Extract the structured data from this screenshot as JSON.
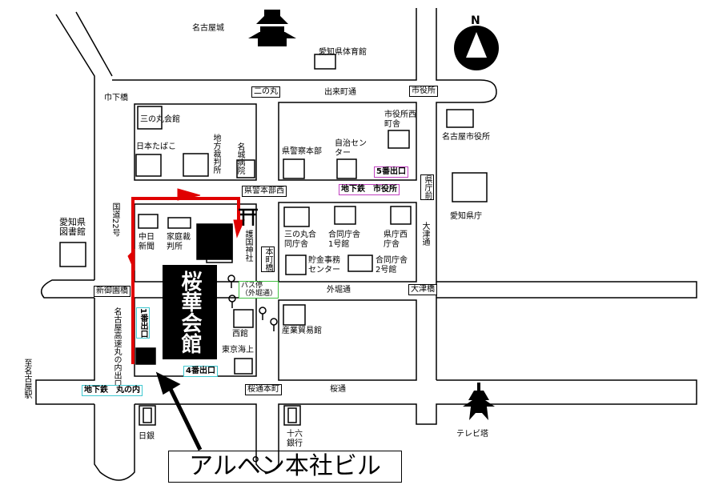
{
  "map": {
    "title": "アルペン本社ビル",
    "building": "桜華会館",
    "north": "N",
    "labels": {
      "castle": "名古屋城",
      "gym": "愛知県体育館",
      "ninomaru": "二の丸",
      "dekimachi": "出来町通",
      "shiyakusho_st": "市役所",
      "shimohashi": "巾下橋",
      "sannomaru_hall": "三の丸会館",
      "jt": "日本たばこ",
      "court": "地方裁判所",
      "meijo": "名城病院",
      "police": "県警察本部",
      "jichi": "自治センター",
      "nishi_cho": "市役所西町舎",
      "nagoya_city": "名古屋市役所",
      "exit5": "5番出口",
      "subway_shiyakusho": "地下鉄　市役所",
      "police_west": "県警本部西",
      "kencho_mae": "県庁前",
      "aichi_pref": "愛知県庁",
      "library": "愛知県図書館",
      "route22": "国道22号",
      "chunichi": "中日新聞",
      "family_court": "家庭裁判所",
      "gokoku": "護国神社",
      "honmachi": "本町橋",
      "sannomaru_gov": "三の丸合同庁舎",
      "gov1": "合同庁舎1号館",
      "pref_west": "県庁西庁舎",
      "otsu": "大津通",
      "savings": "貯金事務センター",
      "gov2": "合同庁舎2号館",
      "shingoen": "新御園橋",
      "busstop": "バス停（外堀通）",
      "sotobori": "外堀通",
      "otsubashi": "大津橋",
      "expressway": "名古屋高速丸の内出口",
      "exit1": "1番出口",
      "nishikan": "西館",
      "trade": "産業貿易館",
      "tokio": "東京海上",
      "exit4": "4番出口",
      "to_station": "至名古屋駅",
      "subway_marunouchi": "地下鉄　丸の内",
      "sakura_honmachi": "桜通本町",
      "sakuradori": "桜通",
      "boj": "日銀",
      "juroku": "十六銀行",
      "tvtower": "テレビ塔"
    },
    "colors": {
      "route": "#e00000",
      "cyan": "#40c8d0",
      "magenta": "#c040c0",
      "green": "#40c040"
    }
  }
}
